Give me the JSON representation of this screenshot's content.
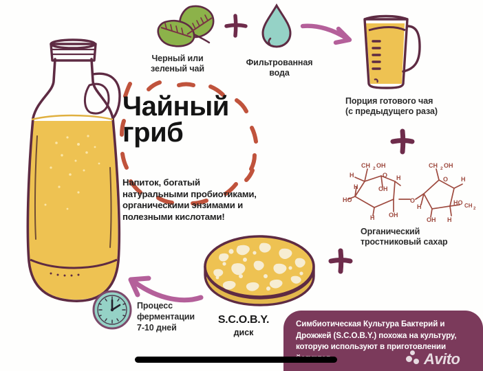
{
  "poster": {
    "title": "Чайный\nгриб",
    "description": "Напиток, богатый\nнатуральными пробиотиками,\nорганическими энзимами и\nполезными кислотами!"
  },
  "ingredients": [
    {
      "key": "tea",
      "icon": "tea-leaves-icon",
      "label": "Черный или\nзеленый чай"
    },
    {
      "key": "water",
      "icon": "water-drop-icon",
      "label": "Фильтрованная\nвода"
    },
    {
      "key": "starter",
      "icon": "pitcher-icon",
      "label": "Порция готового чая\n(с предыдущего раза)"
    },
    {
      "key": "sugar",
      "icon": "sucrose-molecule-icon",
      "label": "Органический\nтростниковый сахар"
    },
    {
      "key": "scoby",
      "icon": "scoby-disk-icon",
      "label_main": "S.C.O.B.Y.",
      "label_sub": "диск"
    }
  ],
  "fermentation": {
    "icon": "clock-icon",
    "label": "Процесс\nферментации\n7-10 дней"
  },
  "callout": {
    "text": "Симбиотическая Культура Бактерий и\nДрожжей (S.C.O.B.Y.) похожа на культуру,\nкоторую используют в приготовлении\nйогуртов"
  },
  "watermark": {
    "text": "Avito"
  },
  "operators": {
    "plus1": "+",
    "plus2": "+",
    "plus3": "+"
  },
  "colors": {
    "purple_outline": "#5e2b43",
    "magenta_arrow": "#b4609a",
    "liquid_yellow": "#eec252",
    "leaf_green": "#8cb24a",
    "teal": "#95d2c6",
    "callout_purple": "#7b3a5b",
    "molecule_brown": "#9e4a3f",
    "dash_red": "#c0533c",
    "black_bar": "#000000"
  }
}
